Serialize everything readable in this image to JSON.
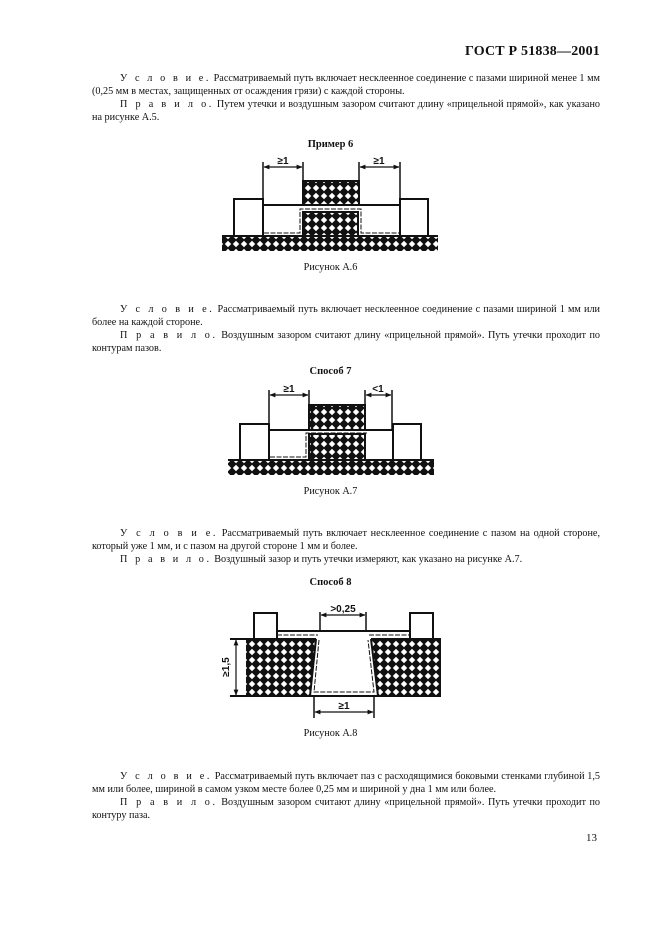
{
  "header": {
    "standard": "ГОСТ Р 51838—2001"
  },
  "sections": [
    {
      "condition_label": "У с л о в и е.",
      "condition_text": " Рассматриваемый путь включает несклеенное соединение с пазами шириной менее 1 мм (0,25 мм в местах, защищенных от осаждения грязи) с каждой стороны.",
      "rule_label": "П р а в и л о.",
      "rule_text": " Путем утечки и воздушным зазором считают длину «прицельной прямой», как указано на рисунке А.5."
    },
    {
      "condition_label": "У с л о в и е.",
      "condition_text": " Рассматриваемый путь включает несклеенное соединение с пазами шириной 1 мм или более на каждой стороне.",
      "rule_label": "П р а в и л о.",
      "rule_text": " Воздушным зазором считают длину «прицельной прямой». Путь утечки проходит по контурам пазов."
    },
    {
      "condition_label": "У с л о в и е.",
      "condition_text": " Рассматриваемый путь включает несклеенное соединение с пазом на одной стороне, который уже 1 мм, и с пазом на другой стороне 1 мм и более.",
      "rule_label": "П р а в и л о.",
      "rule_text": " Воздушный зазор и путь утечки измеряют, как указано на рисунке А.7."
    },
    {
      "condition_label": "У с л о в и е.",
      "condition_text": " Рассматриваемый путь включает паз с расходящимися боковыми стенками глубиной 1,5 мм или более, шириной в самом узком месте более 0,25 мм и шириной у дна 1 мм или более.",
      "rule_label": "П р а в и л о.",
      "rule_text": " Воздушным зазором считают длину «прицельной прямой». Путь утечки проходит по контуру паза."
    }
  ],
  "figures": [
    {
      "title": "Пример 6",
      "caption": "Рисунок А.6",
      "dim_left": "≥1",
      "dim_right": "≥1"
    },
    {
      "title": "Способ 7",
      "caption": "Рисунок А.7",
      "dim_left": "≥1",
      "dim_right": "<1"
    },
    {
      "title": "Способ 8",
      "caption": "Рисунок А.8",
      "dim_top": ">0,25",
      "dim_bottom": "≥1",
      "dim_depth": "≥1,5"
    }
  ],
  "page_number": "13"
}
